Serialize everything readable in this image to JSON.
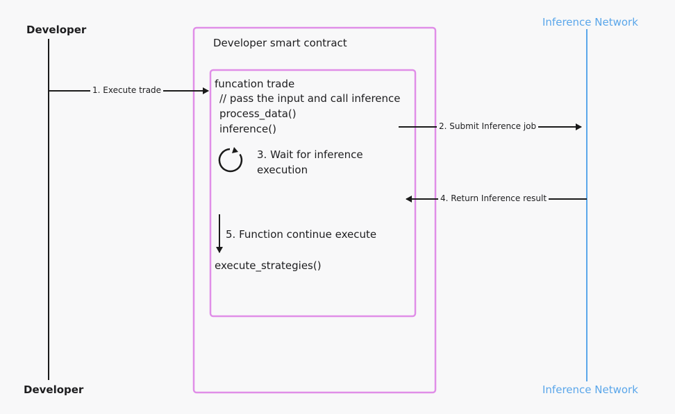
{
  "developer": {
    "top_label": "Developer",
    "bottom_label": "Developer"
  },
  "network": {
    "top_label": "Inference Network",
    "bottom_label": "Inference Network"
  },
  "contract": {
    "title": "Developer smart contract",
    "code_lines": [
      "funcation trade",
      "// pass the input and call inference",
      "process_data()",
      "inference()"
    ],
    "wait_step": "3. Wait for inference execution",
    "continue_step": "5. Function continue execute",
    "final_call": "execute_strategies()"
  },
  "messages": [
    {
      "label": "1. Execute trade"
    },
    {
      "label": "2. Submit Inference job"
    },
    {
      "label": "4. Return Inference result"
    }
  ],
  "colors": {
    "contract_border": "#e08ee8",
    "network_line": "#5aa6ea",
    "line": "#1a1a1a",
    "background": "#f8f8f9"
  },
  "icons": {
    "wait": "refresh-icon"
  }
}
